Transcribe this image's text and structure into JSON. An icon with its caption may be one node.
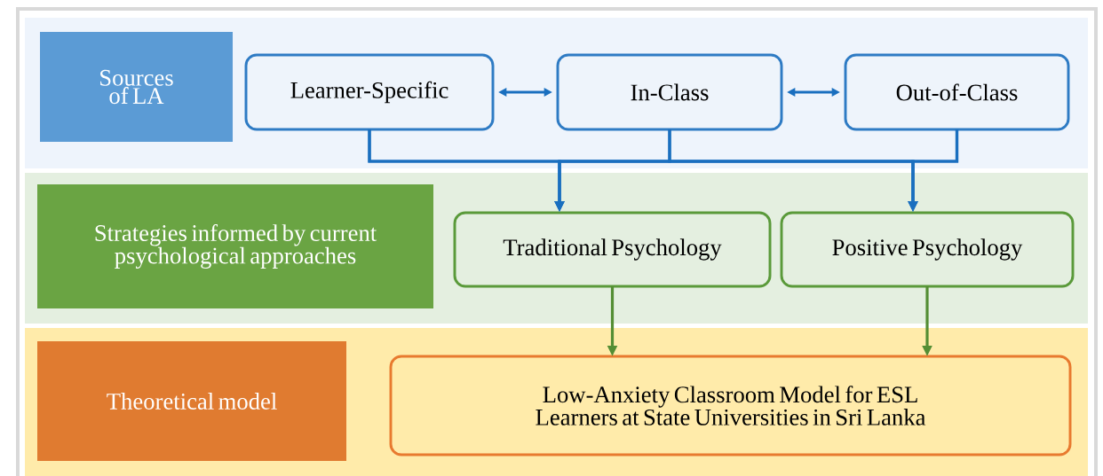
{
  "diagram": {
    "nodes": [
      {
        "text": [],
        "shape": "box"
      },
      {
        "text": [
          "Sources of LA"
        ],
        "in": 0
      },
      {
        "text": [
          "Learner-Specific"
        ],
        "in": 0
      },
      {
        "text": [
          "In-Class"
        ],
        "in": 0
      },
      {
        "text": [
          "Out-of-Class"
        ],
        "in": 0
      },
      {
        "text": [],
        "shape": "box"
      },
      {
        "text": [
          "Strategies informed by current psychological approaches"
        ],
        "in": 5
      },
      {
        "text": [
          "Traditional Psychology"
        ],
        "in": 5
      },
      {
        "text": [
          "Positive Psychology"
        ],
        "in": 5
      },
      {
        "text": [],
        "shape": "box"
      },
      {
        "text": [
          "Theoretical model"
        ],
        "in": 9
      },
      {
        "text": [
          "Low-Anxiety Classroom Model for ESL Learners at State Universities in Sri Lanka"
        ],
        "in": 9
      }
    ],
    "edges": [
      {
        "from": 2,
        "to": 3,
        "arrow": "both"
      },
      {
        "from": 3,
        "to": 4,
        "arrow": "both"
      },
      {
        "from": 2,
        "to": 7,
        "arrow": "to"
      },
      {
        "from": 3,
        "to": 7,
        "arrow": "to"
      },
      {
        "from": 4,
        "to": 7,
        "arrow": "to"
      },
      {
        "from": 2,
        "to": 8,
        "arrow": "to"
      },
      {
        "from": 3,
        "to": 8,
        "arrow": "to"
      },
      {
        "from": 4,
        "to": 8,
        "arrow": "to"
      },
      {
        "from": 7,
        "to": 11,
        "arrow": "to",
        "color": "#548e34"
      },
      {
        "from": 8,
        "to": 11,
        "arrow": "to",
        "color": "#548e34"
      }
    ]
  }
}
